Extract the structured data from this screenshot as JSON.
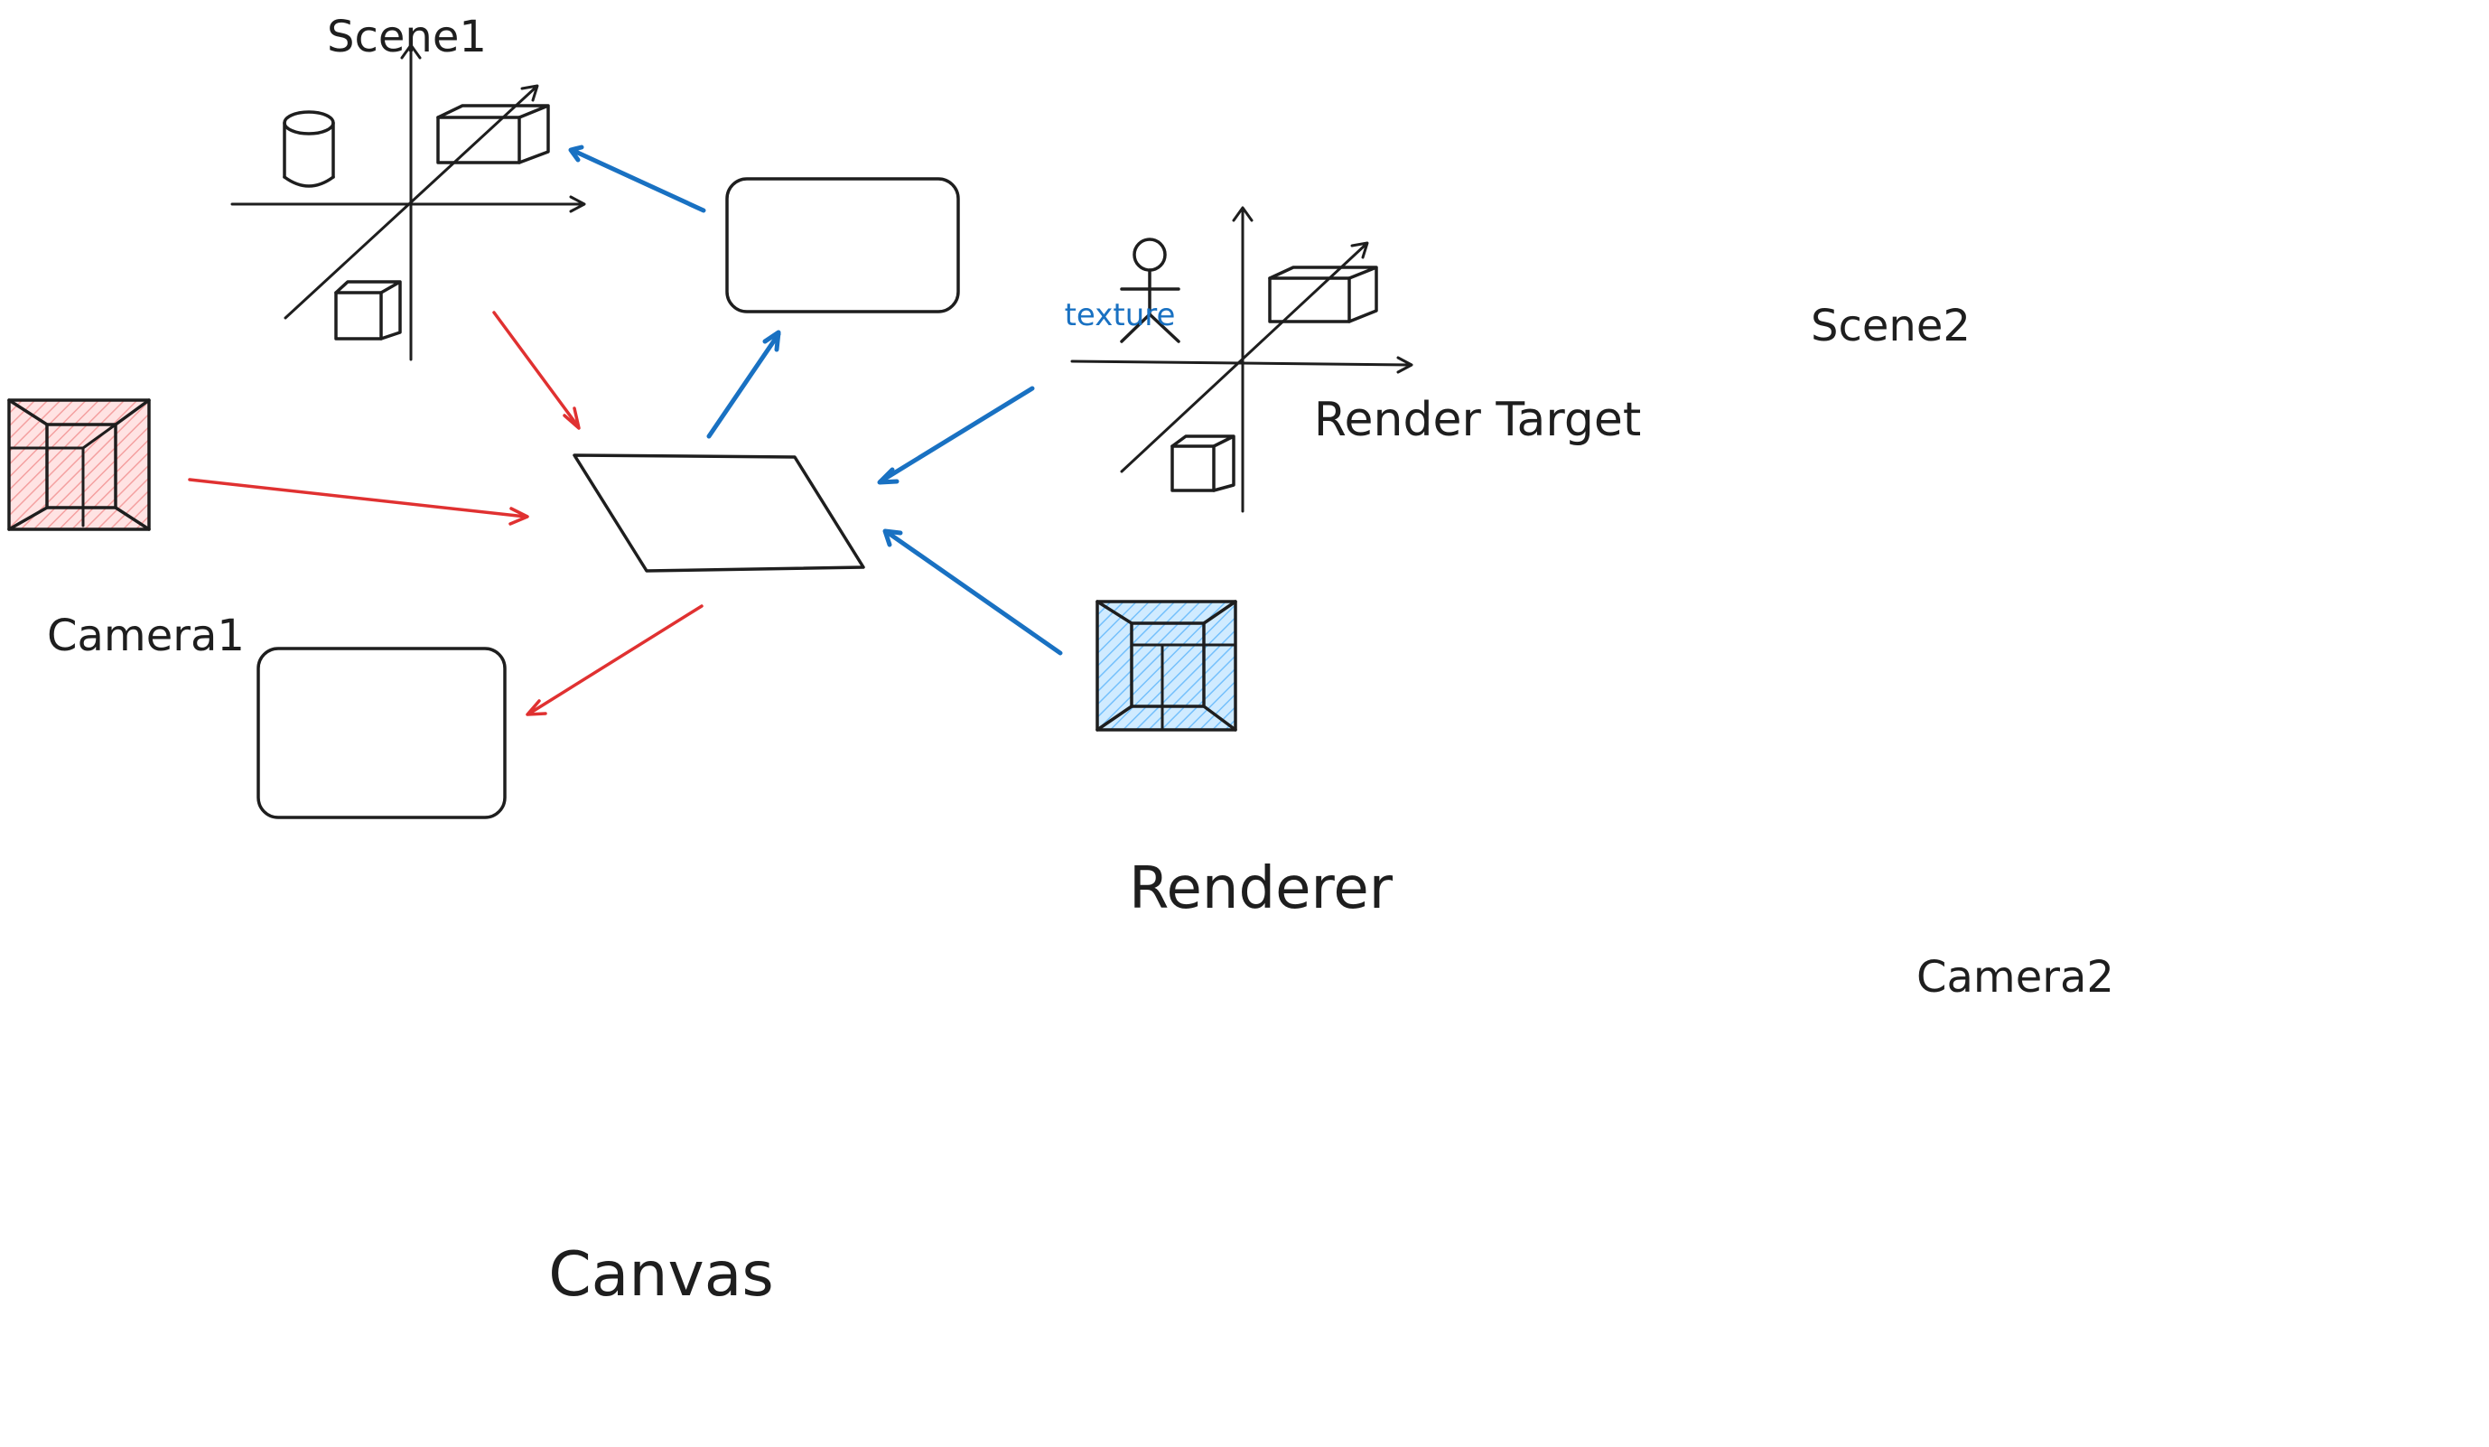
{
  "labels": {
    "scene1": "Scene1",
    "scene2": "Scene2",
    "camera1": "Camera1",
    "camera2": "Camera2",
    "render_target": "Render Target",
    "renderer": "Renderer",
    "canvas": "Canvas",
    "texture": "texture"
  },
  "colors": {
    "ink": "#1e1e1e",
    "red_arrow": "#e03131",
    "blue_arrow": "#1971c2",
    "camera1_fill": "#ffc9c9",
    "camera2_fill": "#a5d8ff"
  },
  "icons": {
    "scene1_objects": [
      "cylinder",
      "box",
      "box"
    ],
    "scene2_objects": [
      "stick-figure",
      "box",
      "box"
    ],
    "camera": "wireframe-cube"
  }
}
